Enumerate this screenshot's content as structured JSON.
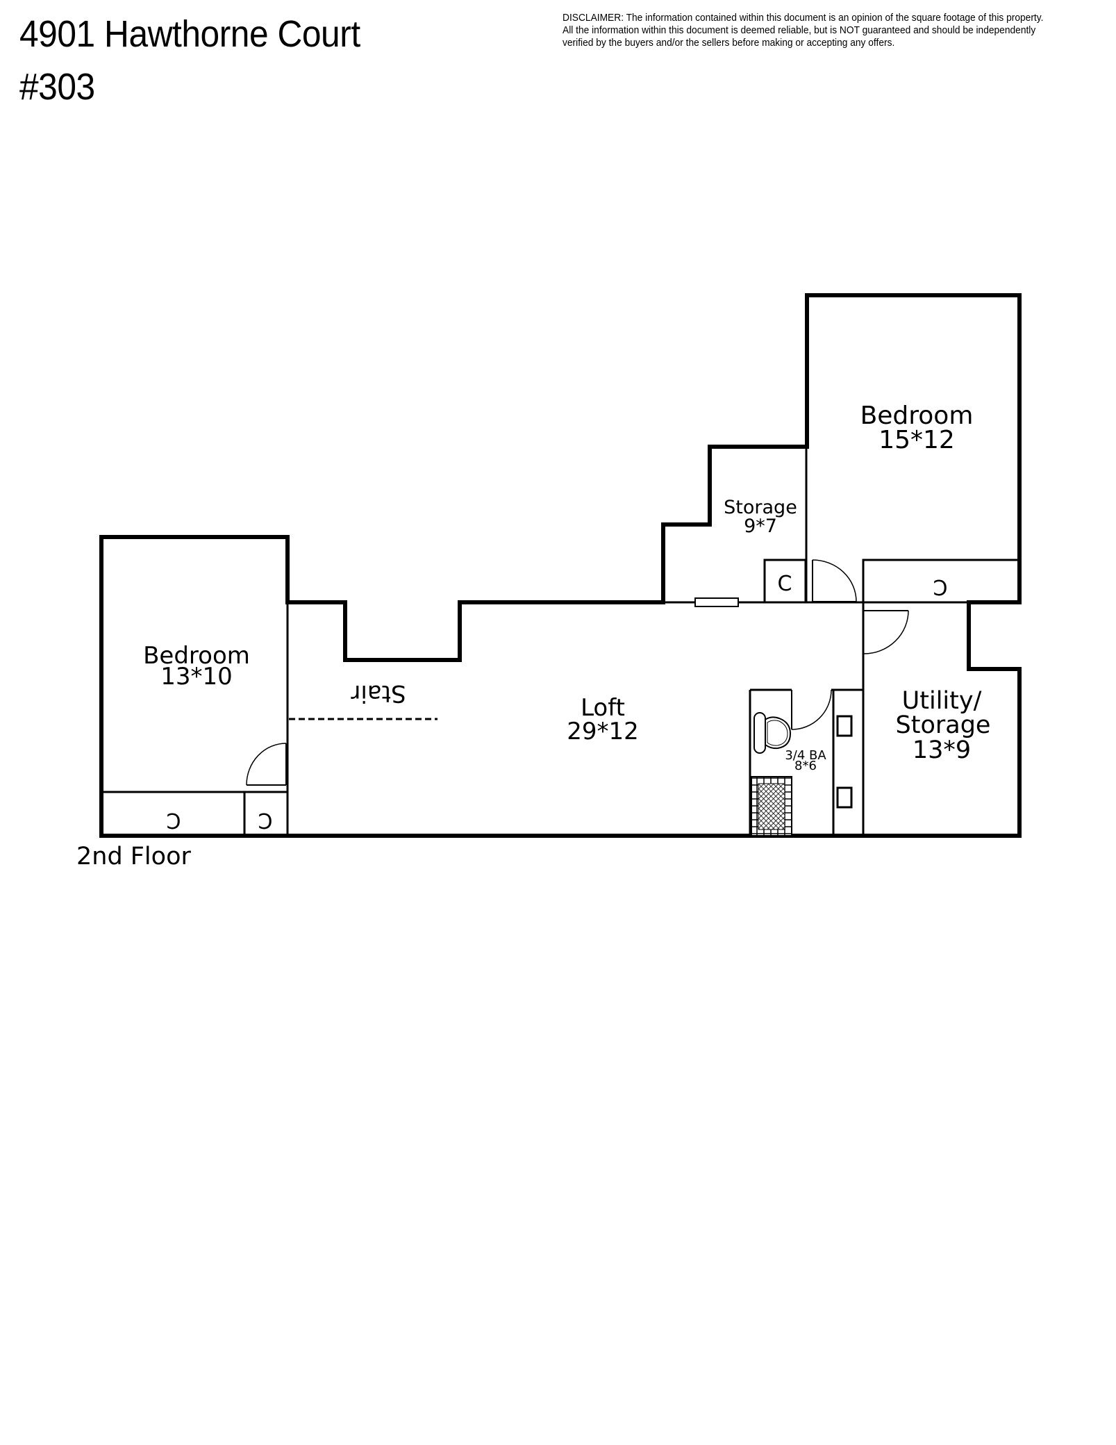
{
  "header": {
    "address_line1": "4901 Hawthorne Court",
    "address_line2": "#303",
    "disclaimer_lines": [
      "DISCLAIMER: The information contained within this document is an opinion of the square footage of this property.",
      "All the information within this document is deemed reliable, but is NOT guaranteed and should be independently",
      "verified by the buyers and/or the sellers before making or accepting any offers."
    ]
  },
  "floor_plan": {
    "floor_label": "2nd Floor",
    "rooms": [
      {
        "id": "bedroom-left",
        "name": "Bedroom",
        "dims": "13*10"
      },
      {
        "id": "stair",
        "name": "Stair"
      },
      {
        "id": "loft",
        "name": "Loft",
        "dims": "29*12"
      },
      {
        "id": "storage",
        "name": "Storage",
        "dims": "9*7"
      },
      {
        "id": "bedroom-right",
        "name": "Bedroom",
        "dims": "15*12"
      },
      {
        "id": "bath",
        "name": "3/4 BA",
        "dims": "8*6"
      },
      {
        "id": "utility",
        "name": "Utility/",
        "name2": "Storage",
        "dims": "13*9"
      }
    ],
    "closet_label": "C",
    "colors": {
      "wall": "#000000",
      "background": "#ffffff"
    }
  }
}
